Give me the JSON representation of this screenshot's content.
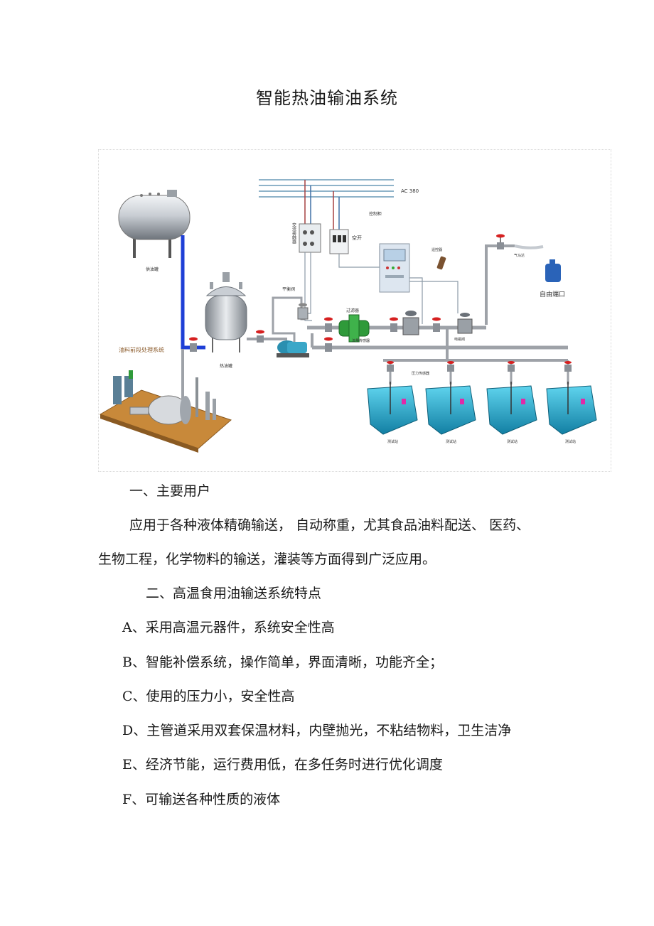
{
  "title": "智能热油输油系统",
  "diagram": {
    "labels": {
      "supply_tank": "供油罐",
      "pretreatment": "油料前段处理系统",
      "hot_tank": "热油罐",
      "balance_valve": "平衡阀",
      "filter": "过滤器",
      "flow_sensor": "流量传感器",
      "power": "AC 380",
      "control_cabinet": "控制柜",
      "contactor": "交流接触器",
      "breaker": "空开",
      "remote": "遥控器",
      "air_motor": "气马达",
      "free_outlet": "自由端口",
      "small_valve": "电磁阀",
      "pressure_sensor": "压力传感器",
      "station_labels": [
        "测试站",
        "测试站",
        "测试站",
        "测试站"
      ]
    },
    "colors": {
      "pipe": "#9ea2a8",
      "blue_pipe": "#1e3fd6",
      "valve_red": "#d62020",
      "station_cyan": "#1fb6d8",
      "platform": "#c8893a",
      "cabinet": "#dde6f0",
      "bottle": "#2a63b8",
      "filter_green": "#2f9a3a"
    }
  },
  "sections": {
    "users_heading": "一、主要用户",
    "users_line1": "应用于各种液体精确输送， 自动称重，尤其食品油料配送、 医药、",
    "users_line2": "生物工程，化学物料的输送，灌装等方面得到广泛应用。",
    "features_heading": "二、高温食用油输送系统特点",
    "features": [
      "A、采用高温元器件，系统安全性高",
      "B、智能补偿系统，操作简单，界面清晰，功能齐全；",
      "C、使用的压力小，安全性高",
      "D、主管道采用双套保温材料，内壁抛光，不粘结物料，卫生洁净",
      "E、经济节能，运行费用低，在多任务时进行优化调度",
      "F、可输送各种性质的液体"
    ]
  }
}
